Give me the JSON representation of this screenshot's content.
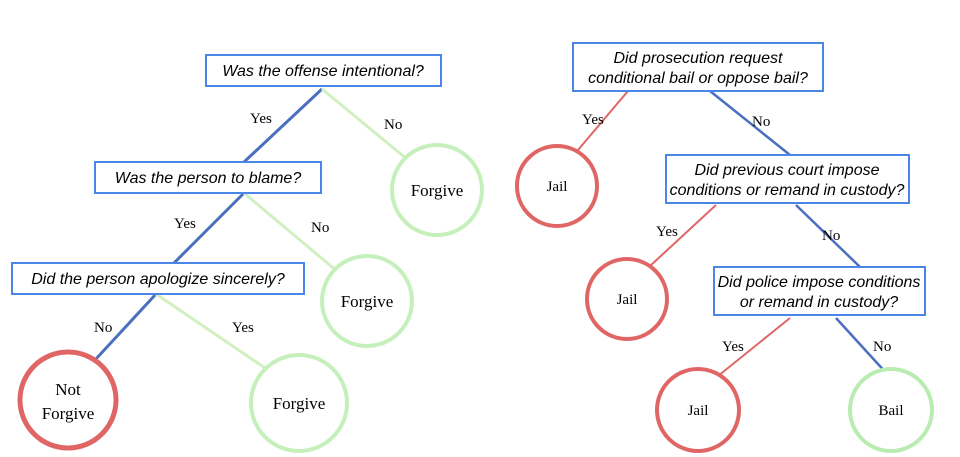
{
  "colors": {
    "question_border": "#4a86e8",
    "yes_path": "#4a6fbf",
    "no_path": "#d0f0c0",
    "red_edge": "#e06666",
    "forgive_ring": "#c6f0bb",
    "jail_ring": "#e06666",
    "bail_ring": "#b9ecb0"
  },
  "left_tree": {
    "q1": "Was the offense intentional?",
    "q2": "Was the person to blame?",
    "q3": "Did the person apologize sincerely?",
    "e1_yes": "Yes",
    "e1_no": "No",
    "e2_yes": "Yes",
    "e2_no": "No",
    "e3_no": "No",
    "e3_yes": "Yes",
    "leaf1": "Forgive",
    "leaf2": "Forgive",
    "leaf3_line1": "Not",
    "leaf3_line2": "Forgive",
    "leaf4": "Forgive"
  },
  "right_tree": {
    "q1_line1": "Did prosecution request",
    "q1_line2": "conditional bail or oppose bail?",
    "q2_line1": "Did previous court impose",
    "q2_line2": "conditions or remand in custody?",
    "q3_line1": "Did police impose conditions",
    "q3_line2": "or remand in custody?",
    "e1_yes": "Yes",
    "e1_no": "No",
    "e2_yes": "Yes",
    "e2_no": "No",
    "e3_yes": "Yes",
    "e3_no": "No",
    "leaf1": "Jail",
    "leaf2": "Jail",
    "leaf3": "Jail",
    "leaf4": "Bail"
  }
}
